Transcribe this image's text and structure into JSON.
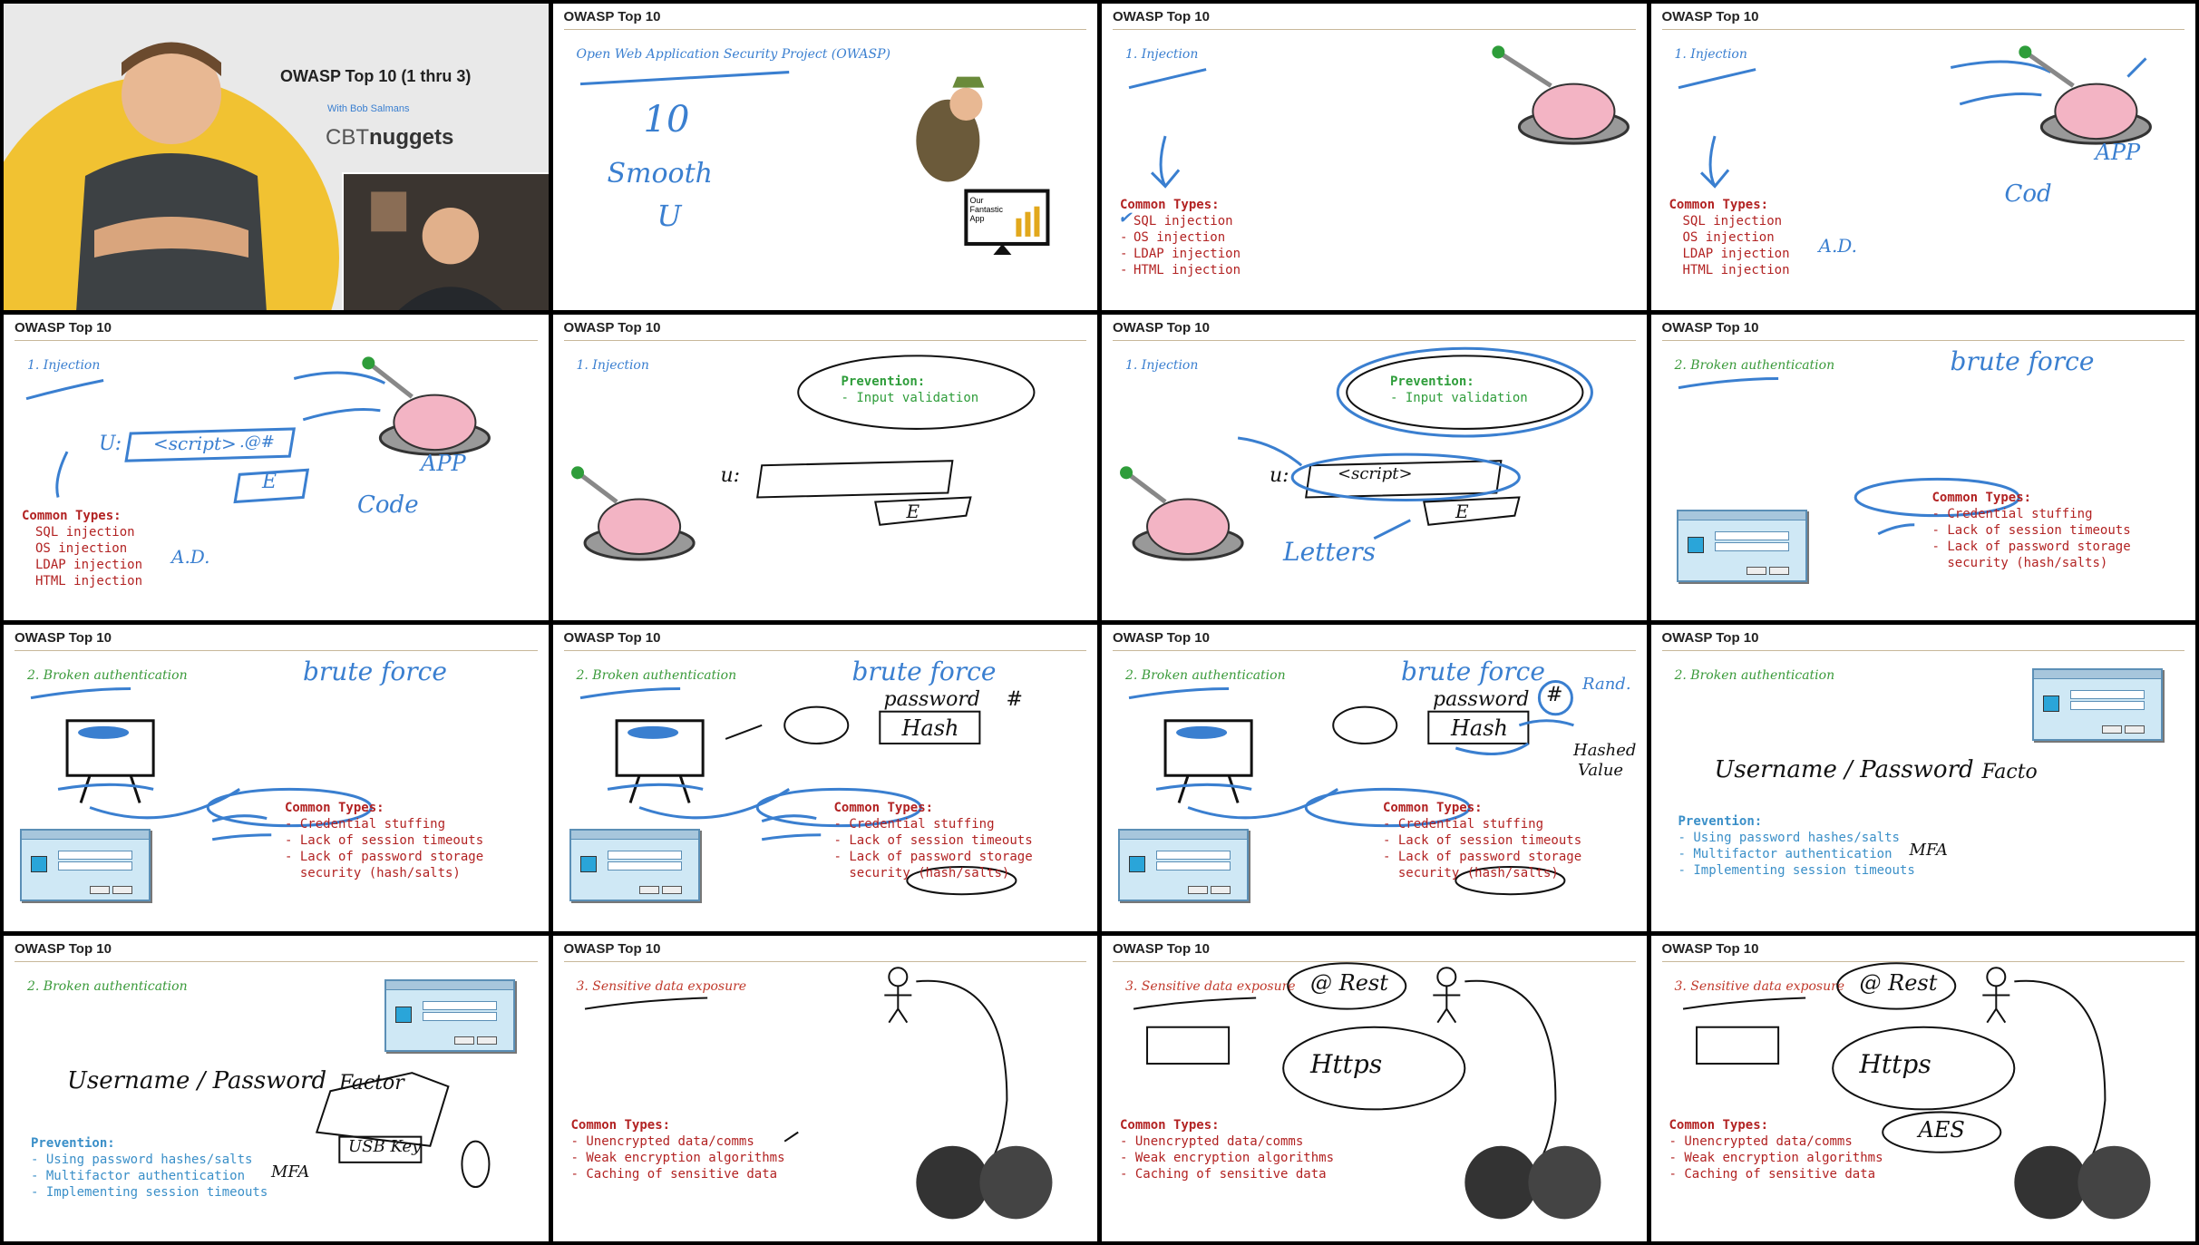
{
  "slides": [
    {
      "header": "",
      "title": "OWASP Top 10 (1 thru 3)",
      "with": "With Bob Salmans",
      "logo_a": "CBT",
      "logo_b": "nuggets"
    },
    {
      "header": "OWASP Top 10",
      "subtitle": "Open Web Application Security Project (OWASP)",
      "hand": [
        "10",
        "Smooth",
        "U"
      ],
      "app_label": "Our Fantastic App"
    },
    {
      "header": "OWASP Top 10",
      "subtitle": "1. Injection",
      "types_title": "Common Types:",
      "types": [
        "SQL injection",
        "OS injection",
        "LDAP injection",
        "HTML injection"
      ]
    },
    {
      "header": "OWASP Top 10",
      "subtitle": "1. Injection",
      "types_title": "Common Types:",
      "types": [
        "SQL injection",
        "OS injection",
        "LDAP injection",
        "HTML injection"
      ],
      "hand": [
        "APP",
        "Cod",
        "A.D."
      ]
    },
    {
      "header": "OWASP Top 10",
      "subtitle": "1. Injection",
      "types_title": "Common Types:",
      "types": [
        "SQL injection",
        "OS injection",
        "LDAP injection",
        "HTML injection"
      ],
      "hand": [
        "U:",
        "<script>",
        ".@#",
        "E",
        "APP",
        "Code",
        "A.D."
      ]
    },
    {
      "header": "OWASP Top 10",
      "subtitle": "1. Injection",
      "prev_title": "Prevention:",
      "prev": [
        "- Input validation"
      ],
      "hand": [
        "u:",
        "E"
      ]
    },
    {
      "header": "OWASP Top 10",
      "subtitle": "1. Injection",
      "prev_title": "Prevention:",
      "prev": [
        "- Input validation"
      ],
      "hand": [
        "u:",
        "<script>",
        "E",
        "Letters"
      ]
    },
    {
      "header": "OWASP Top 10",
      "subtitle": "2. Broken authentication",
      "hand": [
        "brute force"
      ],
      "types_title": "Common Types:",
      "types": [
        "- Credential stuffing",
        "- Lack of session timeouts",
        "- Lack of password storage",
        "  security (hash/salts)"
      ]
    },
    {
      "header": "OWASP Top 10",
      "subtitle": "2. Broken authentication",
      "hand": [
        "brute force"
      ],
      "types_title": "Common Types:",
      "types": [
        "- Credential stuffing",
        "- Lack of session timeouts",
        "- Lack of password storage",
        "  security (hash/salts)"
      ]
    },
    {
      "header": "OWASP Top 10",
      "subtitle": "2. Broken authentication",
      "hand": [
        "brute force",
        "password",
        "#",
        "Hash"
      ],
      "types_title": "Common Types:",
      "types": [
        "- Credential stuffing",
        "- Lack of session timeouts",
        "- Lack of password storage",
        "  security (hash/salts)"
      ]
    },
    {
      "header": "OWASP Top 10",
      "subtitle": "2. Broken authentication",
      "hand": [
        "brute force",
        "password",
        "#",
        "Rand.",
        "Hash",
        "Hashed",
        "Value"
      ],
      "types_title": "Common Types:",
      "types": [
        "- Credential stuffing",
        "- Lack of session timeouts",
        "- Lack of password storage",
        "  security (hash/salts)"
      ]
    },
    {
      "header": "OWASP Top 10",
      "subtitle": "2. Broken authentication",
      "hand": [
        "Username / Password",
        "Facto",
        "MFA"
      ],
      "prev_title": "Prevention:",
      "prev": [
        "- Using password hashes/salts",
        "- Multifactor authentication",
        "- Implementing session timeouts"
      ]
    },
    {
      "header": "OWASP Top 10",
      "subtitle": "2. Broken authentication",
      "hand": [
        "Username / Password",
        "Factor",
        "USB Key",
        "MFA"
      ],
      "prev_title": "Prevention:",
      "prev": [
        "- Using password hashes/salts",
        "- Multifactor authentication",
        "- Implementing session timeouts"
      ]
    },
    {
      "header": "OWASP Top 10",
      "subtitle": "3. Sensitive data exposure",
      "types_title": "Common Types:",
      "types": [
        "- Unencrypted data/comms",
        "- Weak encryption algorithms",
        "- Caching of sensitive data"
      ]
    },
    {
      "header": "OWASP Top 10",
      "subtitle": "3. Sensitive data exposure",
      "hand": [
        "@ Rest",
        "Https"
      ],
      "types_title": "Common Types:",
      "types": [
        "- Unencrypted data/comms",
        "- Weak encryption algorithms",
        "- Caching of sensitive data"
      ]
    },
    {
      "header": "OWASP Top 10",
      "subtitle": "3. Sensitive data exposure",
      "hand": [
        "@ Rest",
        "Https",
        "AES"
      ],
      "types_title": "Common Types:",
      "types": [
        "- Unencrypted data/comms",
        "- Weak encryption algorithms",
        "- Caching of sensitive data"
      ]
    }
  ],
  "colors": {
    "accent": "#3a7fd0",
    "red": "#b22222",
    "green": "#2e9d3a",
    "yellow": "#f1c232"
  }
}
